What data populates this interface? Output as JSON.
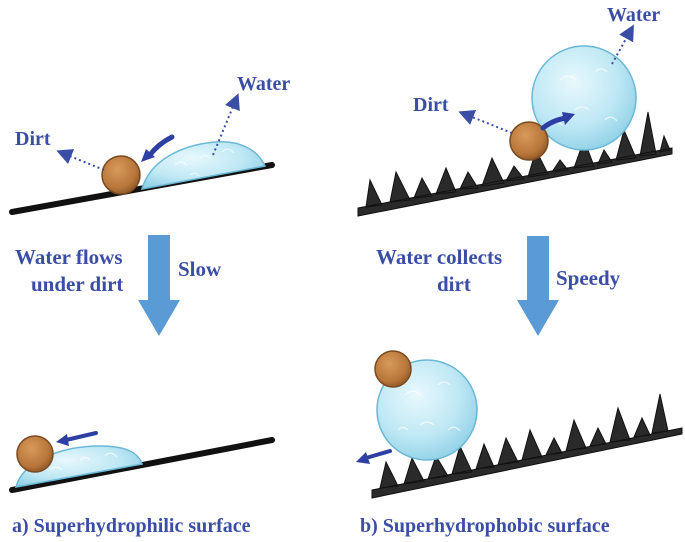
{
  "colors": {
    "label_blue": "#3b4ea6",
    "arrow_blue": "#5b9bd5",
    "water_light": "#cfeef8",
    "water_edge": "#6bb8d6",
    "dirt_fill": "#b8763a",
    "dirt_edge": "#7a4a20",
    "surface": "#111111",
    "spike": "#2a2a2a"
  },
  "left_panel": {
    "water_label": "Water",
    "dirt_label": "Dirt",
    "process_label_line1": "Water flows",
    "process_label_line2": "under dirt",
    "speed_label": "Slow",
    "caption": "a) Superhydrophilic surface"
  },
  "right_panel": {
    "water_label": "Water",
    "dirt_label": "Dirt",
    "process_label_line1": "Water collects",
    "process_label_line2": "dirt",
    "speed_label": "Speedy",
    "caption": "b) Superhydrophobic surface"
  },
  "icons": {
    "left_top": [
      "water-droplet-icon",
      "dirt-particle-icon",
      "curved-arrow-icon"
    ],
    "left_bottom": [
      "water-droplet-icon",
      "dirt-particle-icon",
      "left-arrow-icon"
    ],
    "right_top": [
      "water-droplet-icon",
      "dirt-particle-icon",
      "curved-arrow-icon",
      "spiky-surface-icon"
    ],
    "right_bottom": [
      "water-droplet-icon",
      "dirt-particle-icon",
      "left-arrow-icon",
      "spiky-surface-icon"
    ]
  }
}
